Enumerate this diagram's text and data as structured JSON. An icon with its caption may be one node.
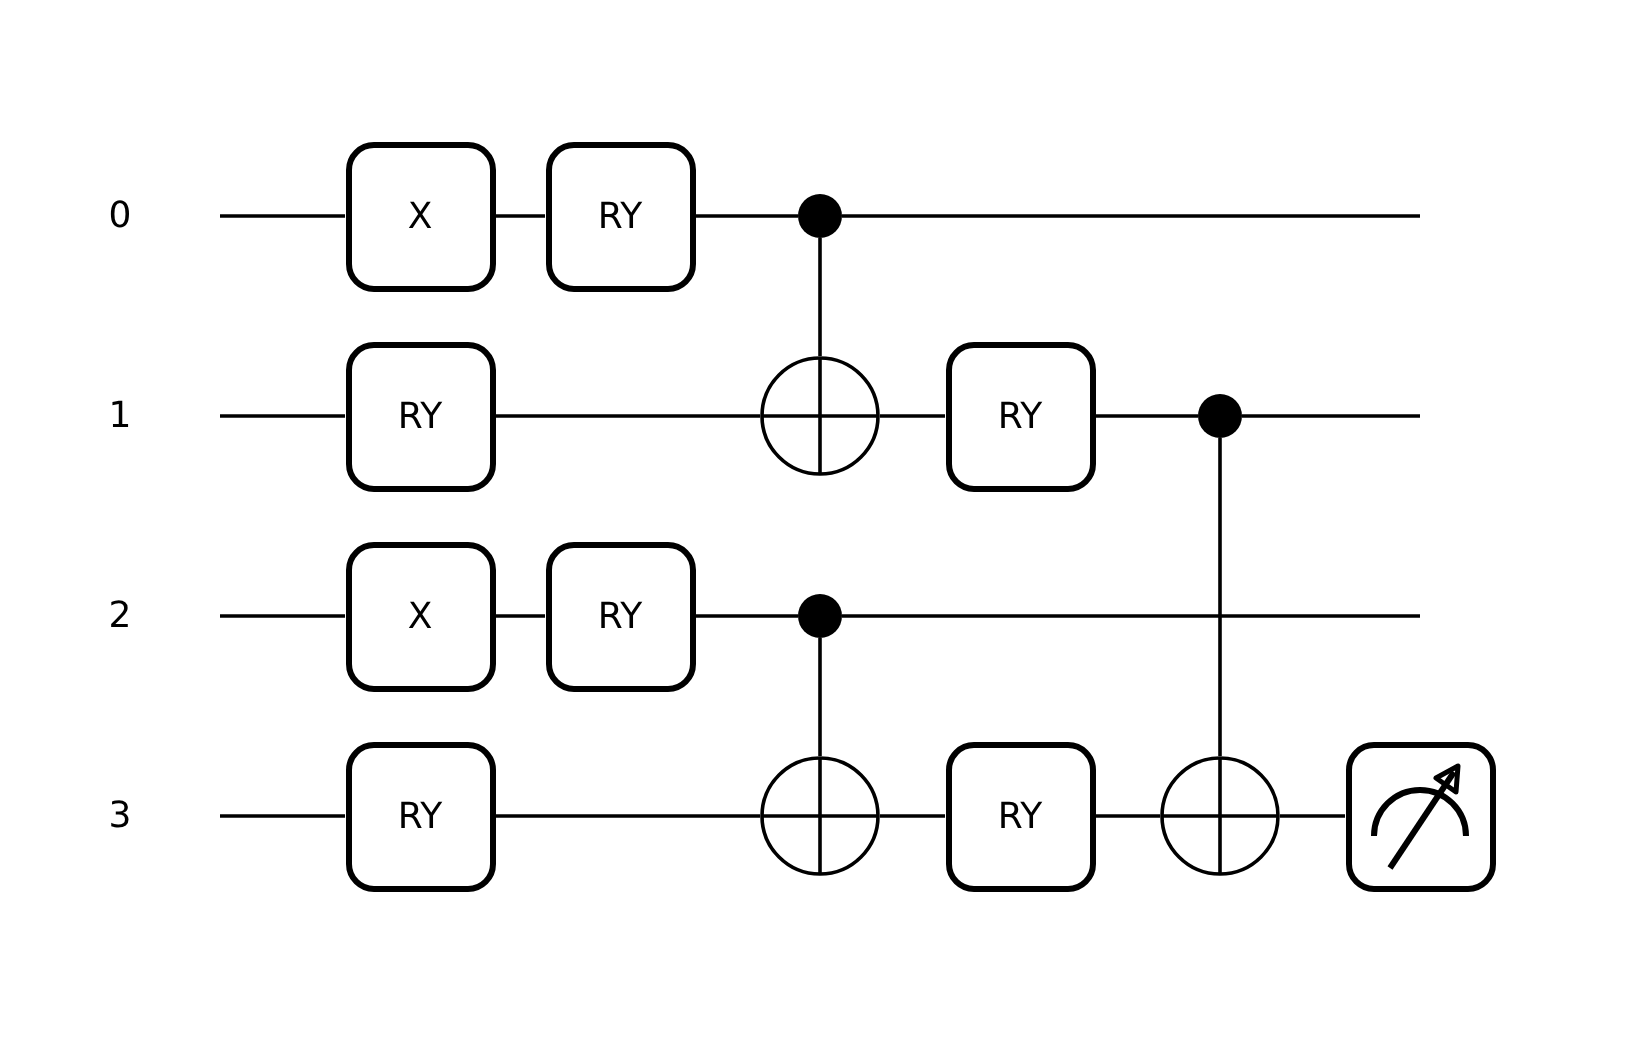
{
  "diagram": {
    "nodes": [
      {
        "text": [
          "X"
        ]
      },
      {
        "text": [
          "RY"
        ]
      },
      {
        "text": [],
        "shape": "dot"
      },
      {
        "text": [
          "RY"
        ]
      },
      {
        "text": [],
        "shape": "circle"
      },
      {
        "text": [
          "RY"
        ]
      },
      {
        "text": [],
        "shape": "dot"
      },
      {
        "text": [
          "X"
        ]
      },
      {
        "text": [
          "RY"
        ]
      },
      {
        "text": [],
        "shape": "dot"
      },
      {
        "text": [
          "RY"
        ]
      },
      {
        "text": [],
        "shape": "circle"
      },
      {
        "text": [
          "RY"
        ]
      },
      {
        "text": [],
        "shape": "circle"
      },
      {
        "text": [],
        "shape": "picture"
      }
    ],
    "edges": [
      {
        "from": null,
        "to": 0,
        "arrow": "none"
      },
      {
        "from": 0,
        "to": 1,
        "arrow": "none"
      },
      {
        "from": 1,
        "to": 2,
        "arrow": "none"
      },
      {
        "from": 2,
        "to": null,
        "arrow": "none"
      },
      {
        "from": null,
        "to": 3,
        "arrow": "none"
      },
      {
        "from": 3,
        "to": 4,
        "arrow": "none"
      },
      {
        "from": 4,
        "to": 5,
        "arrow": "none"
      },
      {
        "from": 5,
        "to": 6,
        "arrow": "none"
      },
      {
        "from": 6,
        "to": null,
        "arrow": "none"
      },
      {
        "from": null,
        "to": 7,
        "arrow": "none"
      },
      {
        "from": 7,
        "to": 8,
        "arrow": "none"
      },
      {
        "from": 8,
        "to": 9,
        "arrow": "none"
      },
      {
        "from": 9,
        "to": null,
        "arrow": "none"
      },
      {
        "from": null,
        "to": 10,
        "arrow": "none"
      },
      {
        "from": 10,
        "to": 11,
        "arrow": "none"
      },
      {
        "from": 11,
        "to": 12,
        "arrow": "none"
      },
      {
        "from": 12,
        "to": 13,
        "arrow": "none"
      },
      {
        "from": 13,
        "to": 14,
        "arrow": "none"
      },
      {
        "from": 2,
        "to": 4,
        "arrow": "none"
      },
      {
        "from": 9,
        "to": 11,
        "arrow": "none"
      },
      {
        "from": 6,
        "to": 13,
        "arrow": "none"
      }
    ],
    "labels": [
      "0",
      "1",
      "2",
      "3"
    ]
  }
}
